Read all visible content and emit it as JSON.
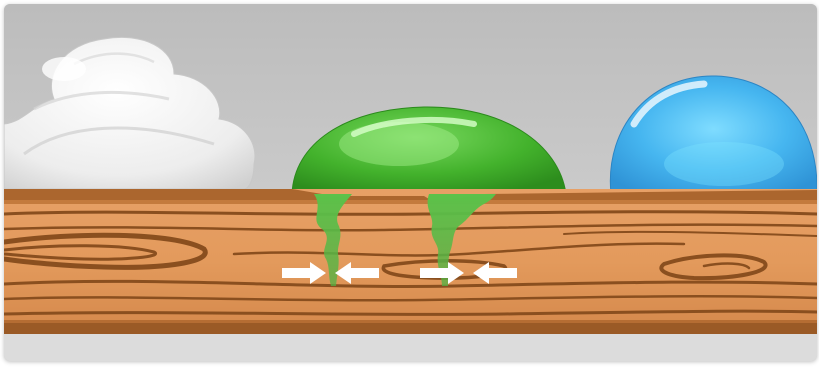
{
  "colors": {
    "background_top": "#bdbdbd",
    "background_bottom": "#d9d9d9",
    "wood_light": "#e9a060",
    "wood_mid": "#d68a4a",
    "wood_grain": "#8a4f1f",
    "wood_edge": "#9b5a25",
    "cream": "#f2f2f2",
    "gel_green": "#3fae2a",
    "gel_green_dark": "#2f8f20",
    "water_blue": "#3aa7e8",
    "water_blue_light": "#69d0ff",
    "arrow": "#ffffff"
  },
  "elements": {
    "cream_blob": "cream-on-surface",
    "gel_blob": "green-gel-penetrating",
    "water_droplet": "water-drop-beading",
    "arrows": [
      "arrow-right",
      "arrow-left",
      "arrow-right",
      "arrow-left"
    ]
  }
}
